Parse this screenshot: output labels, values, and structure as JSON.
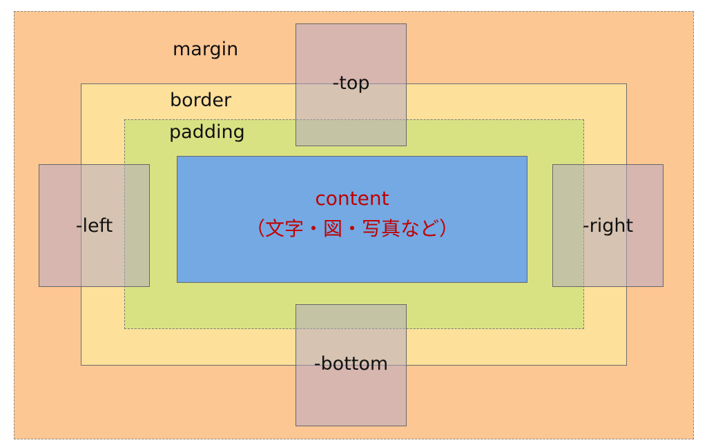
{
  "labels": {
    "margin": "margin",
    "border": "border",
    "padding": "padding",
    "content": "content",
    "content_note": "（文字・図・写真など）"
  },
  "sides": {
    "top": "-top",
    "bottom": "-bottom",
    "left": "-left",
    "right": "-right"
  },
  "colors": {
    "margin": "#fdc794",
    "border": "#fde09a",
    "padding": "#d9e283",
    "content": "#74a9e3",
    "content_text": "#c00000"
  }
}
